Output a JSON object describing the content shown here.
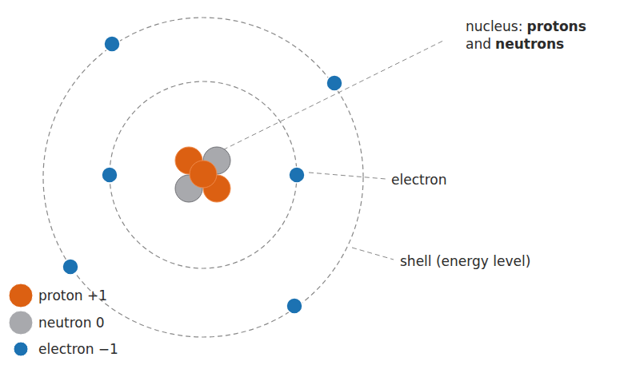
{
  "diagram": {
    "labels": [
      "nucleus:",
      "protons",
      "and",
      "neutrons",
      "electron",
      "shell (energy level)"
    ],
    "legend": [
      {
        "text": "proton +1",
        "color": "#dc6012"
      },
      {
        "text": "neutron 0",
        "color": "#a8a9ad"
      },
      {
        "text": "electron −1",
        "color": "#1c72b2"
      }
    ]
  }
}
